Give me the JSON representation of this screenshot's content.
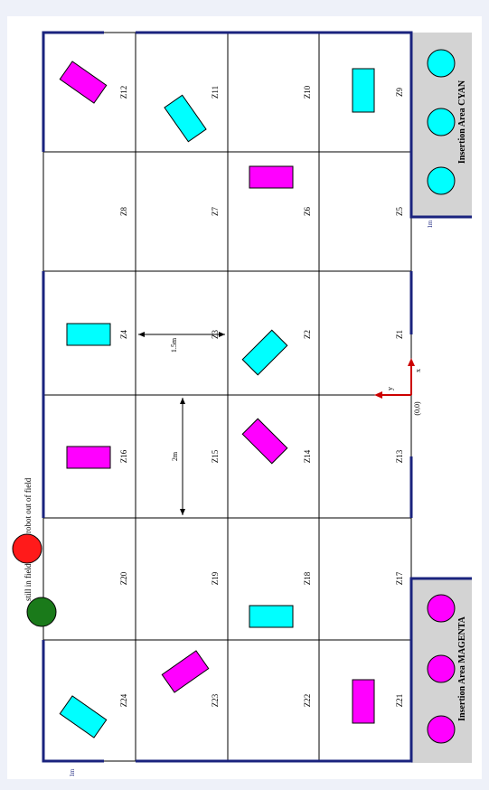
{
  "zones": [
    {
      "id": "Z1",
      "label": "Z1"
    },
    {
      "id": "Z2",
      "label": "Z2"
    },
    {
      "id": "Z3",
      "label": "Z3"
    },
    {
      "id": "Z4",
      "label": "Z4"
    },
    {
      "id": "Z5",
      "label": "Z5"
    },
    {
      "id": "Z6",
      "label": "Z6"
    },
    {
      "id": "Z7",
      "label": "Z7"
    },
    {
      "id": "Z8",
      "label": "Z8"
    },
    {
      "id": "Z9",
      "label": "Z9"
    },
    {
      "id": "Z10",
      "label": "Z10"
    },
    {
      "id": "Z11",
      "label": "Z11"
    },
    {
      "id": "Z12",
      "label": "Z12"
    },
    {
      "id": "Z13",
      "label": "Z13"
    },
    {
      "id": "Z14",
      "label": "Z14"
    },
    {
      "id": "Z15",
      "label": "Z15"
    },
    {
      "id": "Z16",
      "label": "Z16"
    },
    {
      "id": "Z17",
      "label": "Z17"
    },
    {
      "id": "Z18",
      "label": "Z18"
    },
    {
      "id": "Z19",
      "label": "Z19"
    },
    {
      "id": "Z20",
      "label": "Z20"
    },
    {
      "id": "Z21",
      "label": "Z21"
    },
    {
      "id": "Z22",
      "label": "Z22"
    },
    {
      "id": "Z23",
      "label": "Z23"
    },
    {
      "id": "Z24",
      "label": "Z24"
    }
  ],
  "insertion_areas": {
    "cyan": {
      "label": "Insertion Area CYAN",
      "color": "#00ffff"
    },
    "magenta": {
      "label": "Insertion Area MAGENTA",
      "color": "#ff00ff"
    }
  },
  "legend": {
    "still_in_field": {
      "label": "still in field",
      "color": "#1a7a1a"
    },
    "robot_out": {
      "label": "robot out of field",
      "color": "#ff1a1a"
    }
  },
  "dimensions": {
    "two_m": "2m",
    "one_five_m": "1.5m",
    "one_m_top": "1m",
    "one_m_bottom": "1m"
  },
  "origin": {
    "label": "(0,0)",
    "x_label": "x",
    "y_label": "y",
    "axis_color": "#cc0000"
  },
  "colors": {
    "field_border": "#1a237e",
    "grid": "#000000",
    "insertion_bg": "#d3d3d3",
    "cyan": "#00ffff",
    "magenta": "#ff00ff"
  }
}
